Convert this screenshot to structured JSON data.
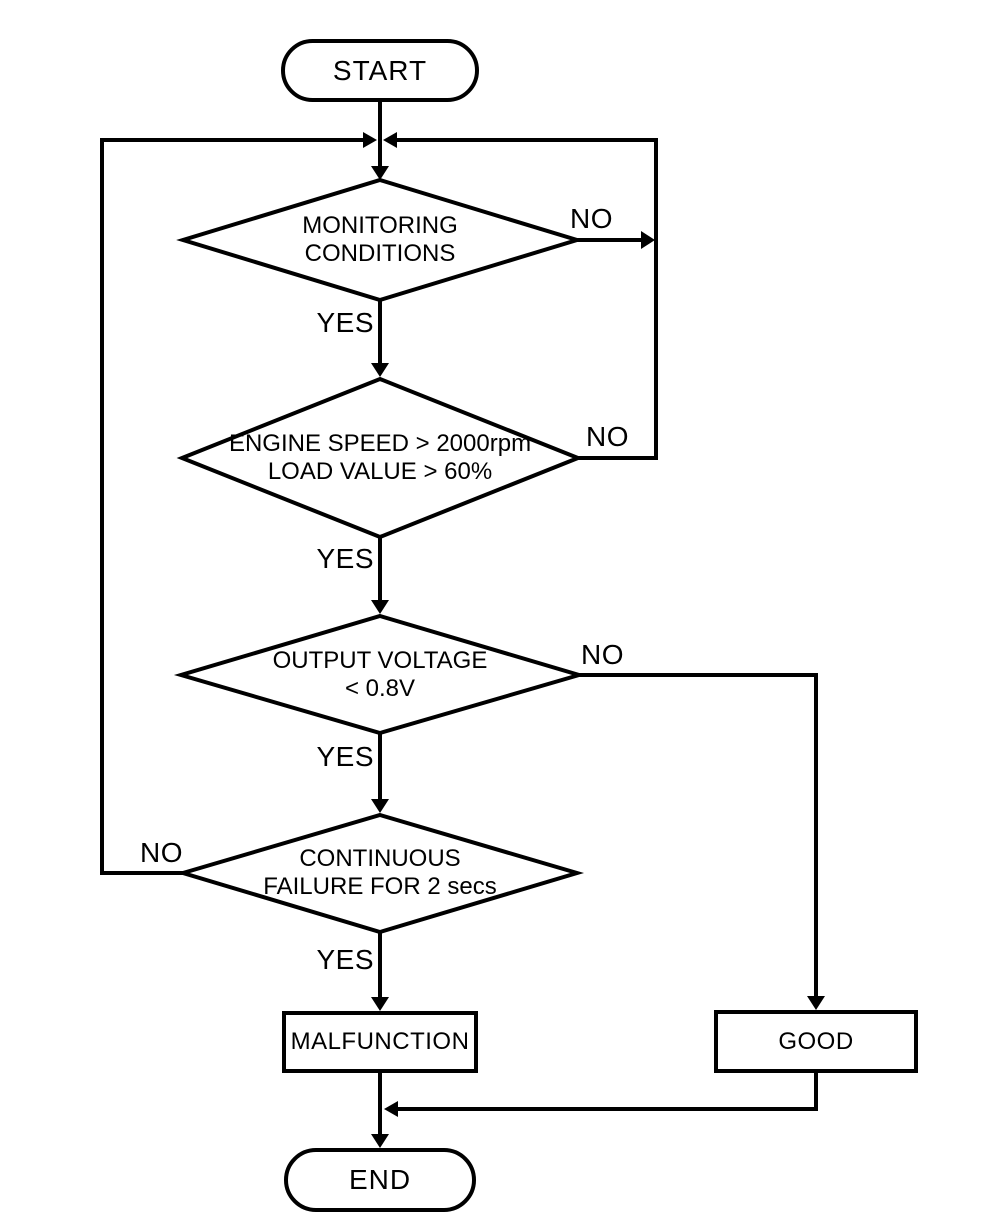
{
  "colors": {
    "ink": "#000000",
    "background": "#ffffff"
  },
  "flowchart": {
    "nodes": {
      "start": {
        "type": "terminator",
        "label": "START"
      },
      "monitoring": {
        "type": "decision",
        "line1": "MONITORING",
        "line2": "CONDITIONS"
      },
      "engine": {
        "type": "decision",
        "line1": "ENGINE SPEED > 2000rpm",
        "line2": "LOAD VALUE > 60%"
      },
      "voltage": {
        "type": "decision",
        "line1": "OUTPUT VOLTAGE",
        "line2": "< 0.8V"
      },
      "failure": {
        "type": "decision",
        "line1": "CONTINUOUS",
        "line2": "FAILURE FOR 2 secs"
      },
      "malfunction": {
        "type": "process",
        "label": "MALFUNCTION"
      },
      "good": {
        "type": "process",
        "label": "GOOD"
      },
      "end": {
        "type": "terminator",
        "label": "END"
      }
    },
    "edges": {
      "start_entry": {
        "from": "start",
        "to": "monitoring",
        "label": ""
      },
      "monitoring_yes": {
        "from": "monitoring",
        "to": "engine",
        "label": "YES"
      },
      "monitoring_no": {
        "from": "monitoring",
        "to": "loop_back_to_monitoring",
        "label": "NO"
      },
      "engine_yes": {
        "from": "engine",
        "to": "voltage",
        "label": "YES"
      },
      "engine_no": {
        "from": "engine",
        "to": "loop_back_to_monitoring",
        "label": "NO"
      },
      "voltage_yes": {
        "from": "voltage",
        "to": "failure",
        "label": "YES"
      },
      "voltage_no": {
        "from": "voltage",
        "to": "good",
        "label": "NO"
      },
      "failure_yes": {
        "from": "failure",
        "to": "malfunction",
        "label": "YES"
      },
      "failure_no": {
        "from": "failure",
        "to": "loop_back_to_monitoring",
        "label": "NO"
      },
      "malfunction_to_end": {
        "from": "malfunction",
        "to": "end",
        "label": ""
      },
      "good_to_end": {
        "from": "good",
        "to": "end",
        "label": ""
      }
    }
  }
}
